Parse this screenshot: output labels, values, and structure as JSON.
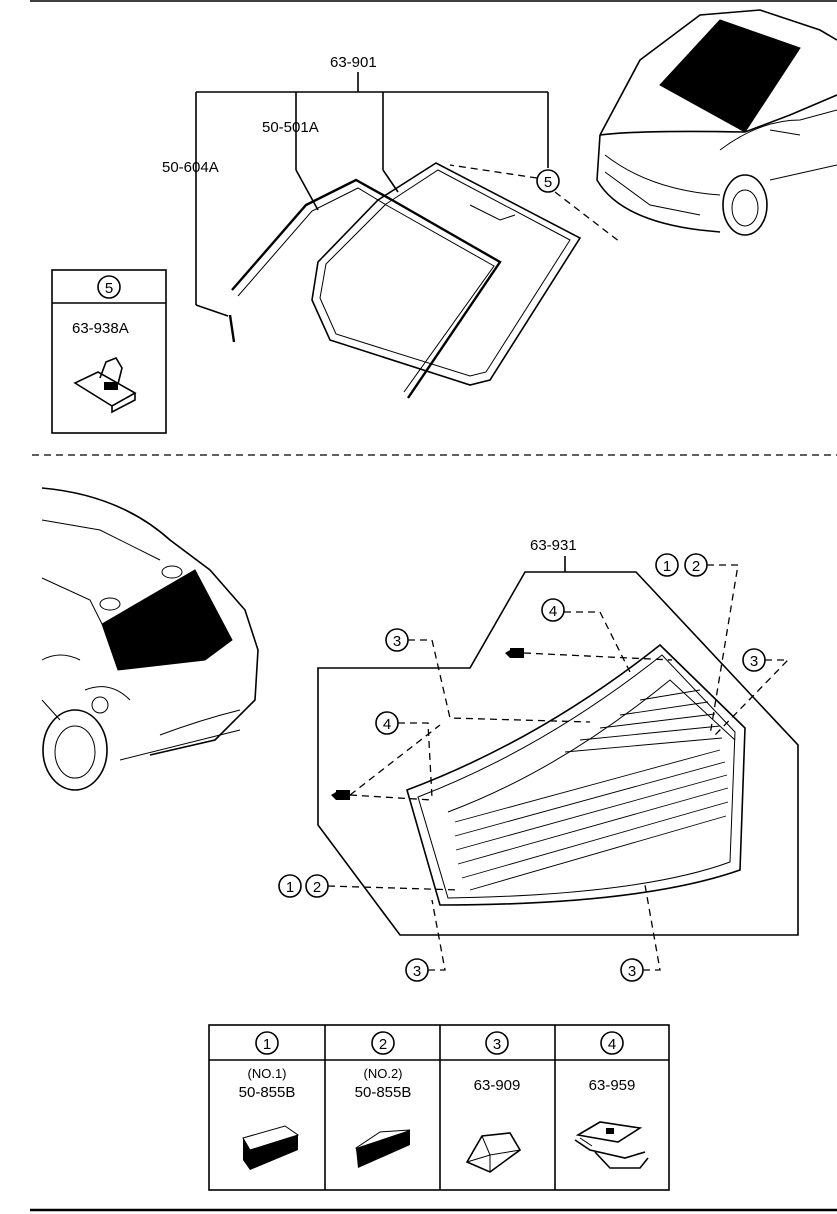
{
  "front": {
    "assembly_no": "63-901",
    "parts": [
      {
        "no": "50-501A"
      },
      {
        "no": "50-604A"
      }
    ],
    "callout": "5",
    "detail_box": {
      "callout": "5",
      "part_no": "63-938A"
    }
  },
  "rear": {
    "assembly_no": "63-931",
    "callouts": {
      "c1": "1",
      "c2": "2",
      "c3": "3",
      "c4": "4"
    }
  },
  "table": {
    "columns": [
      {
        "callout": "1",
        "note": "(NO.1)",
        "part_no": "50-855B",
        "icon": "sealer-block-icon"
      },
      {
        "callout": "2",
        "note": "(NO.2)",
        "part_no": "50-855B",
        "icon": "sealer-wedge-icon"
      },
      {
        "callout": "3",
        "note": "",
        "part_no": "63-909",
        "icon": "spacer-block-icon"
      },
      {
        "callout": "4",
        "note": "",
        "part_no": "63-959",
        "icon": "clip-bracket-icon"
      }
    ]
  }
}
